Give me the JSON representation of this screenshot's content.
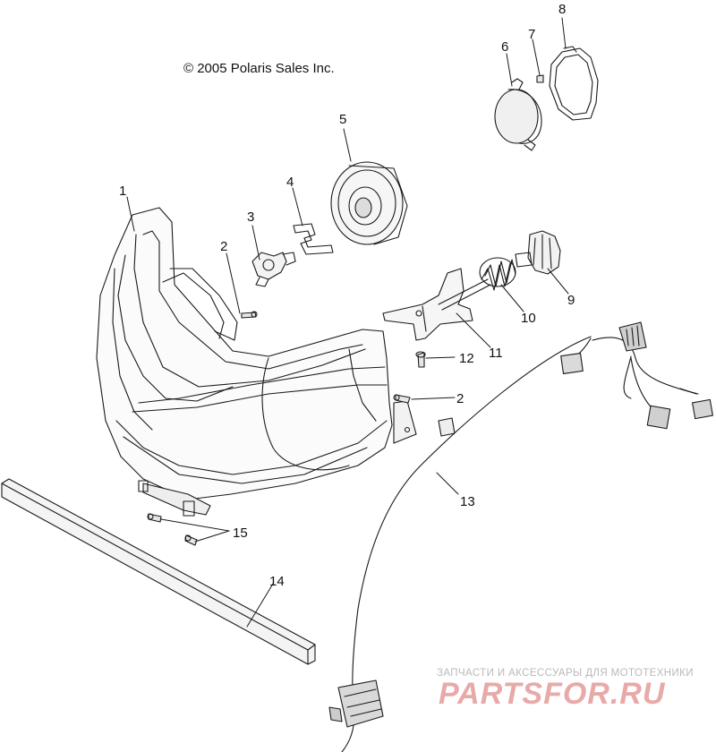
{
  "copyright": "© 2005 Polaris Sales Inc.",
  "callouts": [
    {
      "id": "c1",
      "label": "1"
    },
    {
      "id": "c2a",
      "label": "2"
    },
    {
      "id": "c2b",
      "label": "2"
    },
    {
      "id": "c3",
      "label": "3"
    },
    {
      "id": "c4",
      "label": "4"
    },
    {
      "id": "c5",
      "label": "5"
    },
    {
      "id": "c6",
      "label": "6"
    },
    {
      "id": "c7",
      "label": "7"
    },
    {
      "id": "c8",
      "label": "8"
    },
    {
      "id": "c9",
      "label": "9"
    },
    {
      "id": "c10",
      "label": "10"
    },
    {
      "id": "c11",
      "label": "11"
    },
    {
      "id": "c12",
      "label": "12"
    },
    {
      "id": "c13",
      "label": "13"
    },
    {
      "id": "c14",
      "label": "14"
    },
    {
      "id": "c15",
      "label": "15"
    }
  ],
  "watermark": {
    "subtitle": "ЗАПЧАСТИ И АКСЕССУАРЫ ДЛЯ МОТОТЕХНИКИ",
    "logo_text": "PARTSFOR.RU",
    "color": "#e8a9a9"
  },
  "colors": {
    "line": "#1a1a1a",
    "background": "#ffffff"
  }
}
